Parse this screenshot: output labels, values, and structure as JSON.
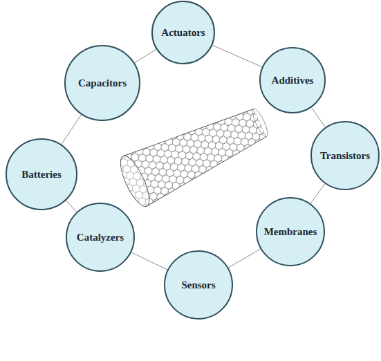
{
  "diagram": {
    "nodes": [
      {
        "text": [
          "Actuators"
        ]
      },
      {
        "text": [
          "Additives"
        ]
      },
      {
        "text": [
          "Transistors"
        ]
      },
      {
        "text": [
          "Membranes"
        ]
      },
      {
        "text": [
          "Sensors"
        ]
      },
      {
        "text": [
          "Catalyzers"
        ]
      },
      {
        "text": [
          "Batteries"
        ]
      },
      {
        "text": [
          "Capacitors"
        ]
      }
    ],
    "edges": [
      {
        "from": 0,
        "to": 1,
        "arrow": "none"
      },
      {
        "from": 1,
        "to": 2,
        "arrow": "none"
      },
      {
        "from": 2,
        "to": 3,
        "arrow": "none"
      },
      {
        "from": 3,
        "to": 4,
        "arrow": "none"
      },
      {
        "from": 4,
        "to": 5,
        "arrow": "none"
      },
      {
        "from": 5,
        "to": 6,
        "arrow": "none"
      },
      {
        "from": 6,
        "to": 7,
        "arrow": "none"
      },
      {
        "from": 7,
        "to": 0,
        "arrow": "none"
      }
    ]
  }
}
